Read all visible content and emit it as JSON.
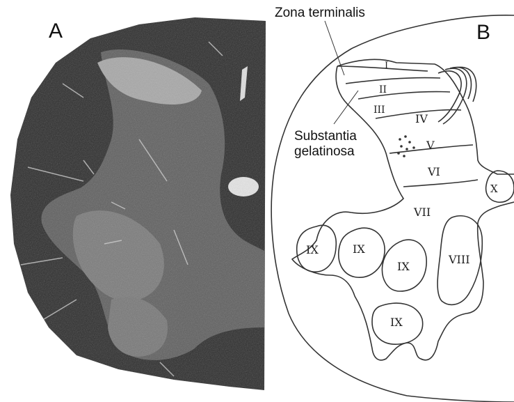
{
  "panel_a": {
    "letter": "A",
    "image": "histology-section-spinal-cord"
  },
  "panel_b": {
    "letter": "B",
    "callouts": {
      "zona_terminalis": "Zona terminalis",
      "substantia_gelatinosa": [
        "Substantia",
        "gelatinosa"
      ]
    },
    "laminae": [
      "I",
      "II",
      "III",
      "IV",
      "V",
      "VI",
      "VII",
      "VIII",
      "IX",
      "IX",
      "IX",
      "IX",
      "X"
    ]
  },
  "colors": {
    "tissue_dark": "#2b2b2b",
    "tissue_light": "#9a9a9a",
    "line": "#333333"
  }
}
